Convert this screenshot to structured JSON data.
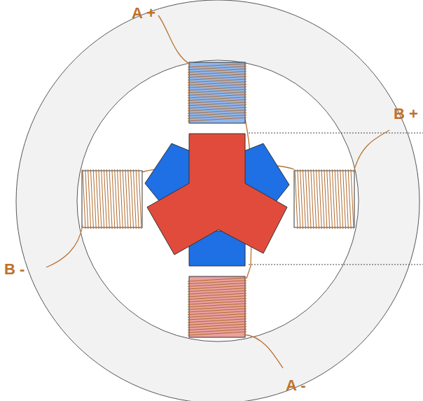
{
  "diagram": {
    "labels": [
      "A +",
      "B +",
      "B -",
      "A -"
    ]
  }
}
